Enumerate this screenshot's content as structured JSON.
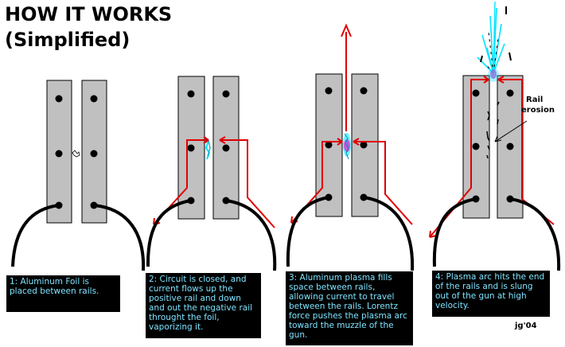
{
  "title": {
    "line1": "HOW IT WORKS",
    "line2": "(Simplified)"
  },
  "steps": [
    {
      "caption": "1: Aluminum Foil is placed between rails."
    },
    {
      "caption": "2: Circuit is closed, and current flows up the positive rail and down and out the negative rail throught the foil, vaporizing it."
    },
    {
      "caption": "3: Aluminum plasma fills space between rails, allowing current to travel between the rails. Lorentz force pushes the plasma arc toward the muzzle of the gun."
    },
    {
      "caption": "4: Plasma arc hits the end of the rails and is slung out of the gun at high velocity."
    }
  ],
  "labels": {
    "rail_erosion_line1": "Rail",
    "rail_erosion_line2": "erosion",
    "signature": "jg'04"
  },
  "colors": {
    "rail": "#c0c0c0",
    "current": "#e00000",
    "plasma_cyan": "#00e5ff",
    "plasma_magenta": "#d040d0",
    "caption_bg": "#000000",
    "caption_text": "#7fe3ff"
  }
}
